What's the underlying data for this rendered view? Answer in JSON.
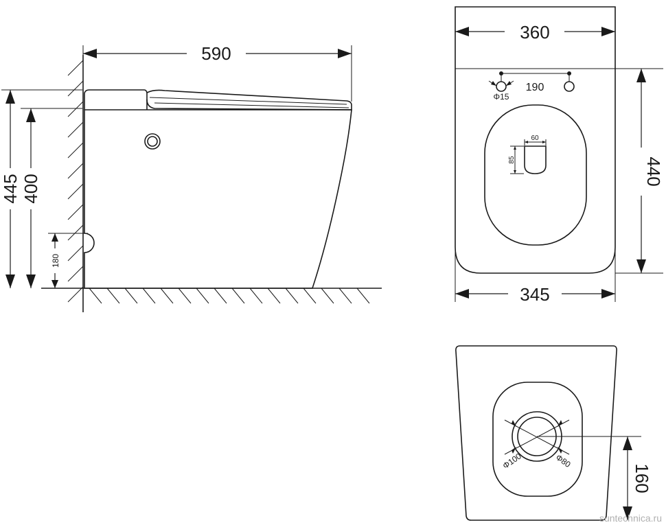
{
  "side_view": {
    "depth": "590",
    "total_height": "445",
    "rim_height": "400",
    "outlet_height": "180"
  },
  "top_view": {
    "top_width": "360",
    "bottom_width": "345",
    "depth": "440",
    "hole_spacing": "190",
    "hole_diameter": "Φ15",
    "outlet_width": "60",
    "outlet_length": "85"
  },
  "bottom_view": {
    "outlet_outer": "Φ100",
    "outlet_inner": "Φ80",
    "outlet_offset": "160"
  },
  "watermark": "suntechnica.ru"
}
